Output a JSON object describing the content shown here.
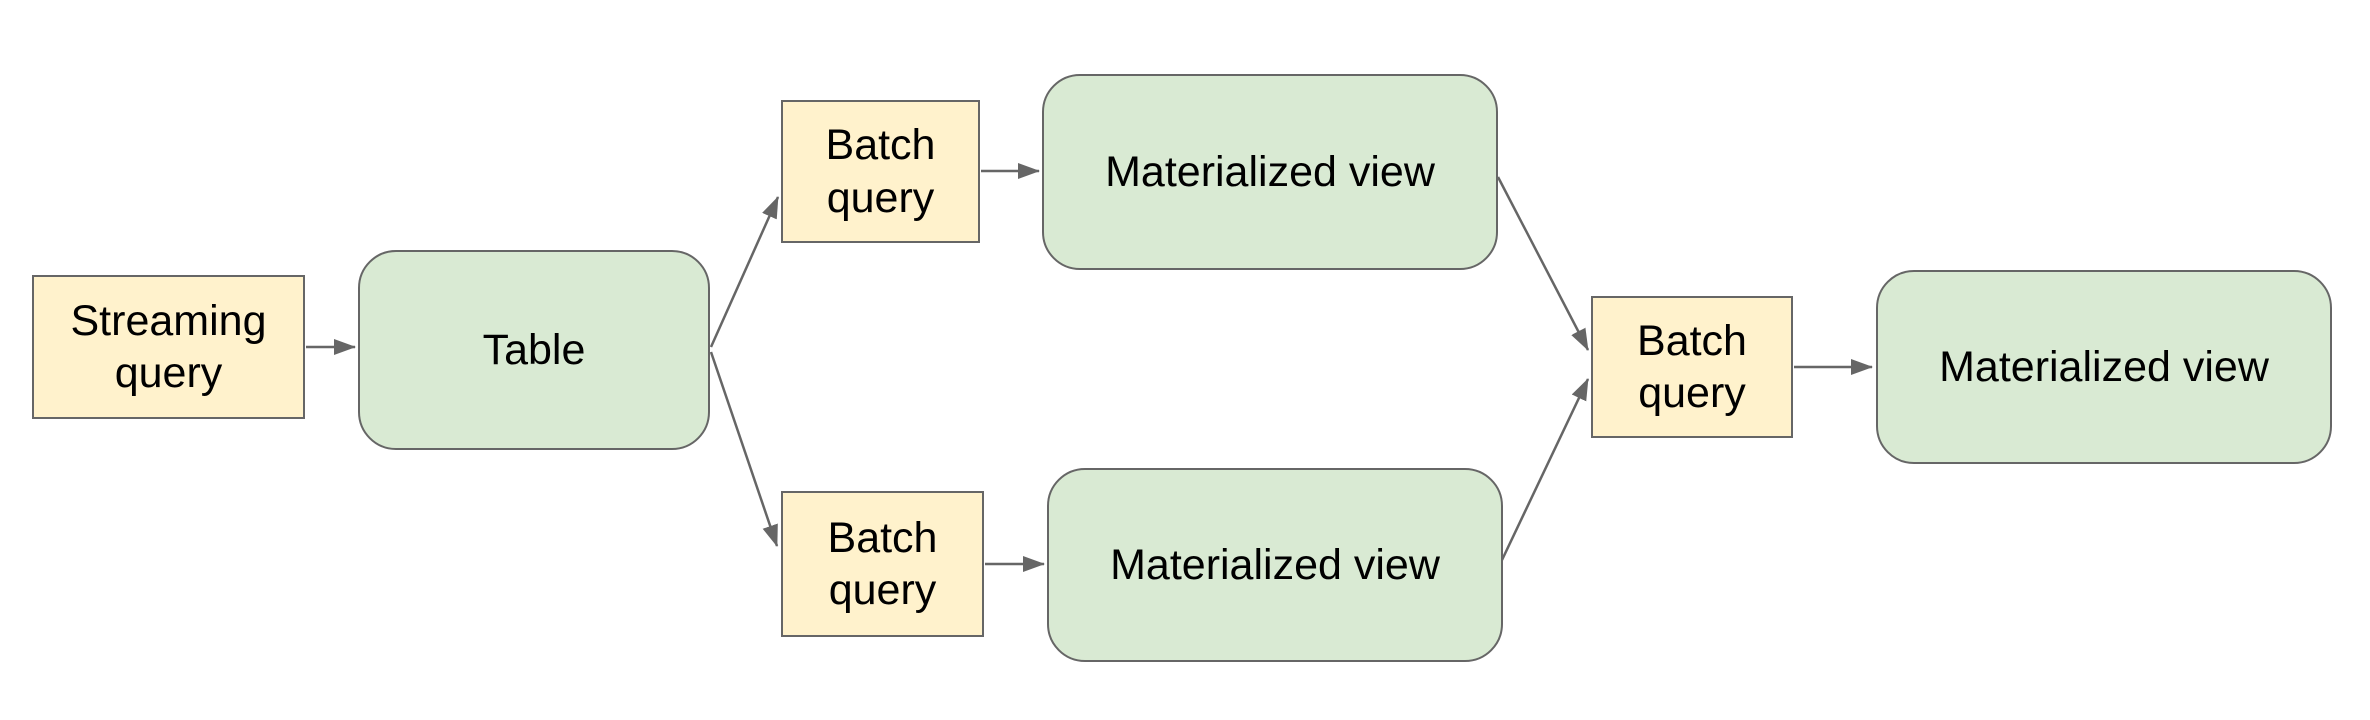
{
  "diagram": {
    "nodes": {
      "streaming_query": {
        "label": "Streaming query",
        "kind": "query"
      },
      "table": {
        "label": "Table",
        "kind": "table"
      },
      "batch_query_top": {
        "label": "Batch query",
        "kind": "query"
      },
      "materialized_view_top": {
        "label": "Materialized view",
        "kind": "view"
      },
      "batch_query_bottom": {
        "label": "Batch query",
        "kind": "query"
      },
      "materialized_view_bottom": {
        "label": "Materialized view",
        "kind": "view"
      },
      "batch_query_right": {
        "label": "Batch query",
        "kind": "query"
      },
      "materialized_view_right": {
        "label": "Materialized view",
        "kind": "view"
      }
    },
    "edges": [
      {
        "from": "streaming_query",
        "to": "table"
      },
      {
        "from": "table",
        "to": "batch_query_top"
      },
      {
        "from": "table",
        "to": "batch_query_bottom"
      },
      {
        "from": "batch_query_top",
        "to": "materialized_view_top"
      },
      {
        "from": "batch_query_bottom",
        "to": "materialized_view_bottom"
      },
      {
        "from": "materialized_view_top",
        "to": "batch_query_right"
      },
      {
        "from": "materialized_view_bottom",
        "to": "batch_query_right"
      },
      {
        "from": "batch_query_right",
        "to": "materialized_view_right"
      }
    ],
    "colors": {
      "query_box_fill": "#fff2cc",
      "view_box_fill": "#d9ead3",
      "box_border": "#666666",
      "arrow": "#666666",
      "text": "#000000",
      "background": "#ffffff"
    }
  }
}
